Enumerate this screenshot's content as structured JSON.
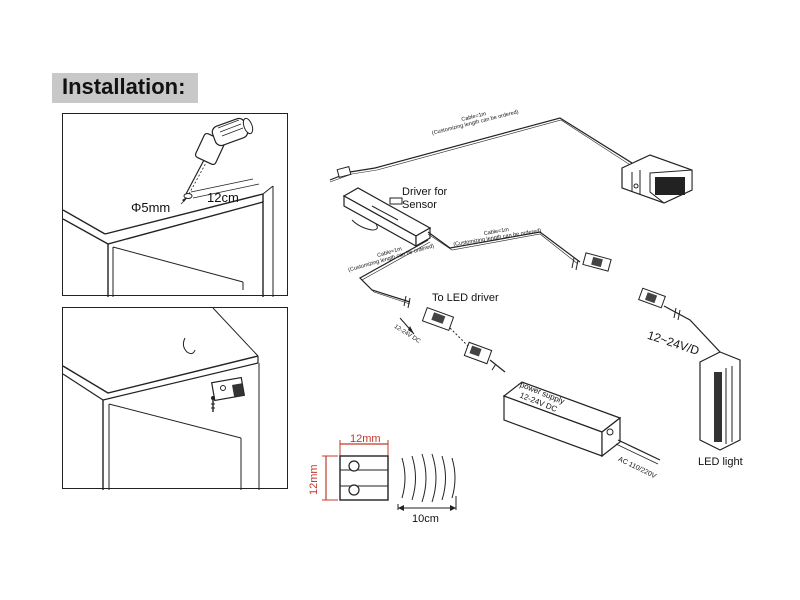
{
  "header": {
    "title": "Installation:"
  },
  "panel_top": {
    "hole_dia": "Φ5mm",
    "distance": "12cm"
  },
  "wiring": {
    "driver_label_line1": "Driver for",
    "driver_label_line2": "Sensor",
    "to_led_driver": "To LED driver",
    "cable_note_1": "Cable=1m",
    "cable_note_1_sub": "(Customizing length can be ordered)",
    "cable_note_2": "Cable=1m",
    "cable_note_2_sub": "(Customizing length can be ordered)",
    "cable_note_3": "Cable=1m",
    "cable_note_3_sub": "(Customizing length can be ordered)",
    "dc_small": "12-24V DC",
    "power_supply_line1": "power supply",
    "power_supply_line2": "12-24V DC",
    "ac_input": "AC 110/220V",
    "led_voltage": "12~24V/D",
    "led_light": "LED light"
  },
  "sensor_dims": {
    "width": "12mm",
    "height": "12mm",
    "range": "10cm"
  },
  "colors": {
    "dimension_red": "#c0392b",
    "line": "#222222",
    "header_bg": "#c8c8c8"
  }
}
